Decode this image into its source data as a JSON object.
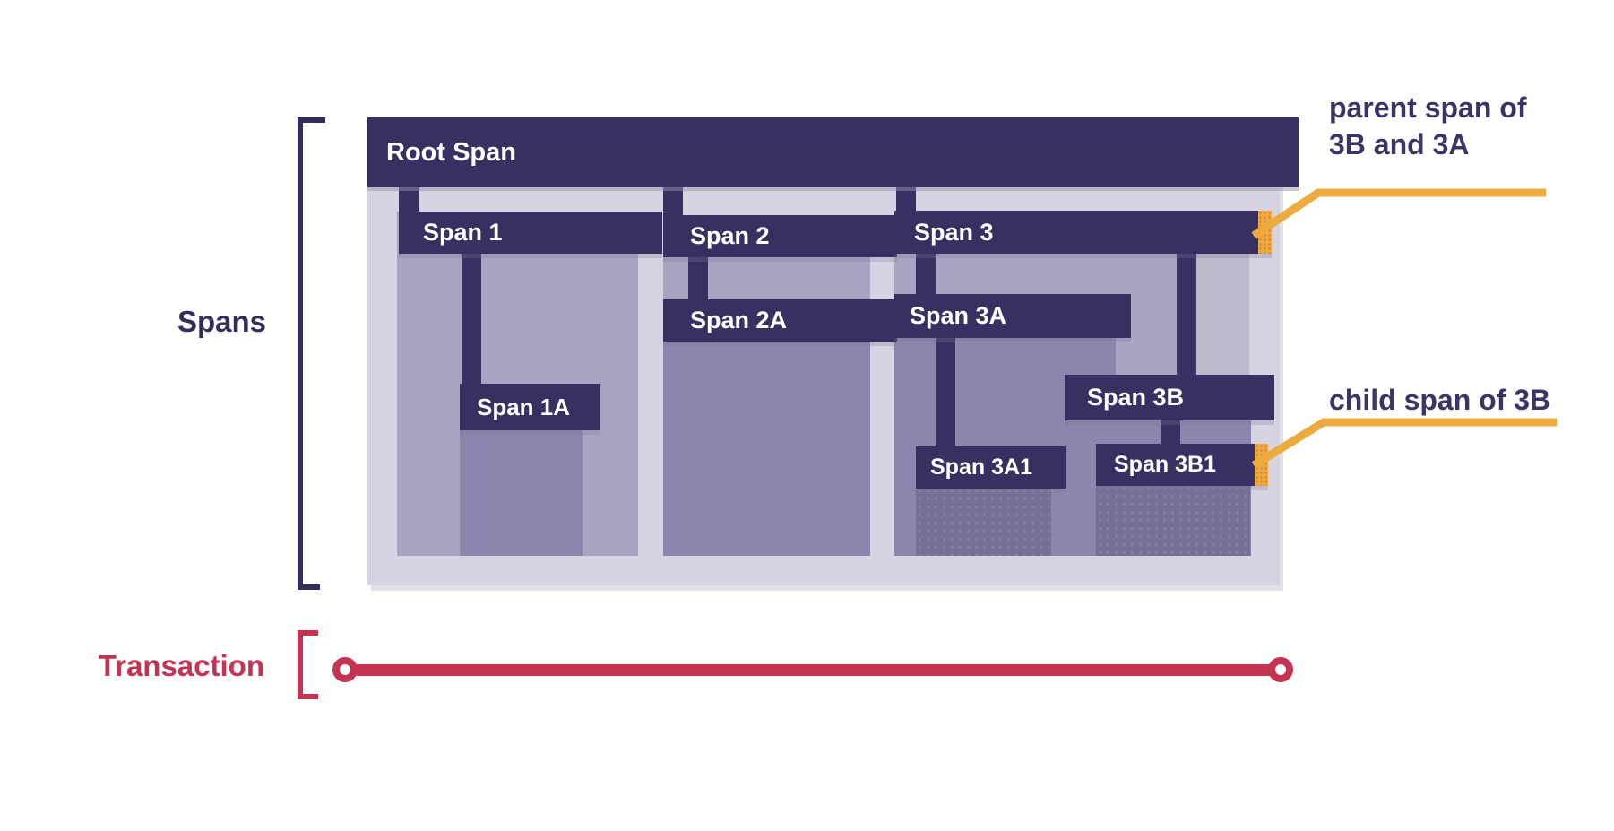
{
  "diagram": {
    "side_labels": {
      "spans": "Spans",
      "transaction": "Transaction"
    },
    "spans": {
      "root": {
        "label": "Root Span"
      },
      "s1": {
        "label": "Span 1",
        "parent": "root"
      },
      "s1a": {
        "label": "Span 1A",
        "parent": "s1"
      },
      "s2": {
        "label": "Span 2",
        "parent": "root"
      },
      "s2a": {
        "label": "Span 2A",
        "parent": "s2"
      },
      "s3": {
        "label": "Span 3",
        "parent": "root"
      },
      "s3a": {
        "label": "Span 3A",
        "parent": "s3"
      },
      "s3a1": {
        "label": "Span 3A1",
        "parent": "s3a"
      },
      "s3b": {
        "label": "Span 3B",
        "parent": "s3"
      },
      "s3b1": {
        "label": "Span 3B1",
        "parent": "s3b"
      }
    },
    "annotations": {
      "parent": {
        "line1": "parent span of",
        "line2": "3B and 3A"
      },
      "child": {
        "text": "child span of 3B"
      }
    },
    "colors": {
      "bar_navy": "#383060",
      "container_lavender": "#d6d4e2",
      "child_level1": "#a8a4c1",
      "child_level2": "#8b86ae",
      "child_level3": "#767098",
      "marker_orange": "#edaa3f",
      "transaction_crimson": "#c53353",
      "bar_text": "#ffffff"
    }
  }
}
